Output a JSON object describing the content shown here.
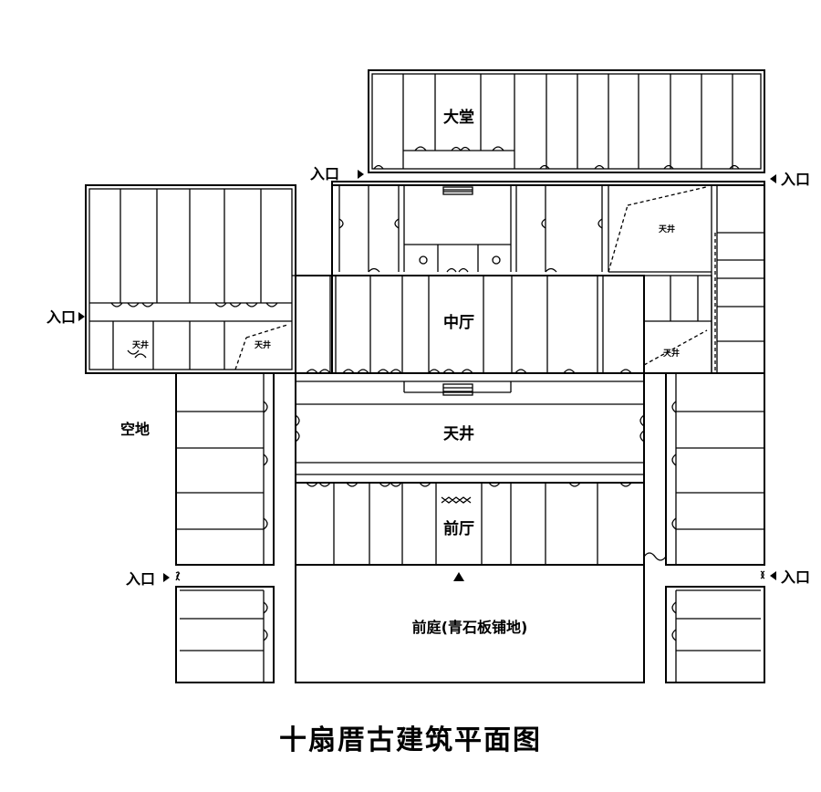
{
  "title": "十扇厝古建筑平面图",
  "rooms": {
    "hall": "大堂",
    "middle_hall": "中厅",
    "front_hall": "前厅",
    "courtyard_main": "天井",
    "courtyard_small": "天井",
    "open_land": "空地",
    "front_yard": "前庭(青石板铺地)"
  },
  "entrance": "入口"
}
